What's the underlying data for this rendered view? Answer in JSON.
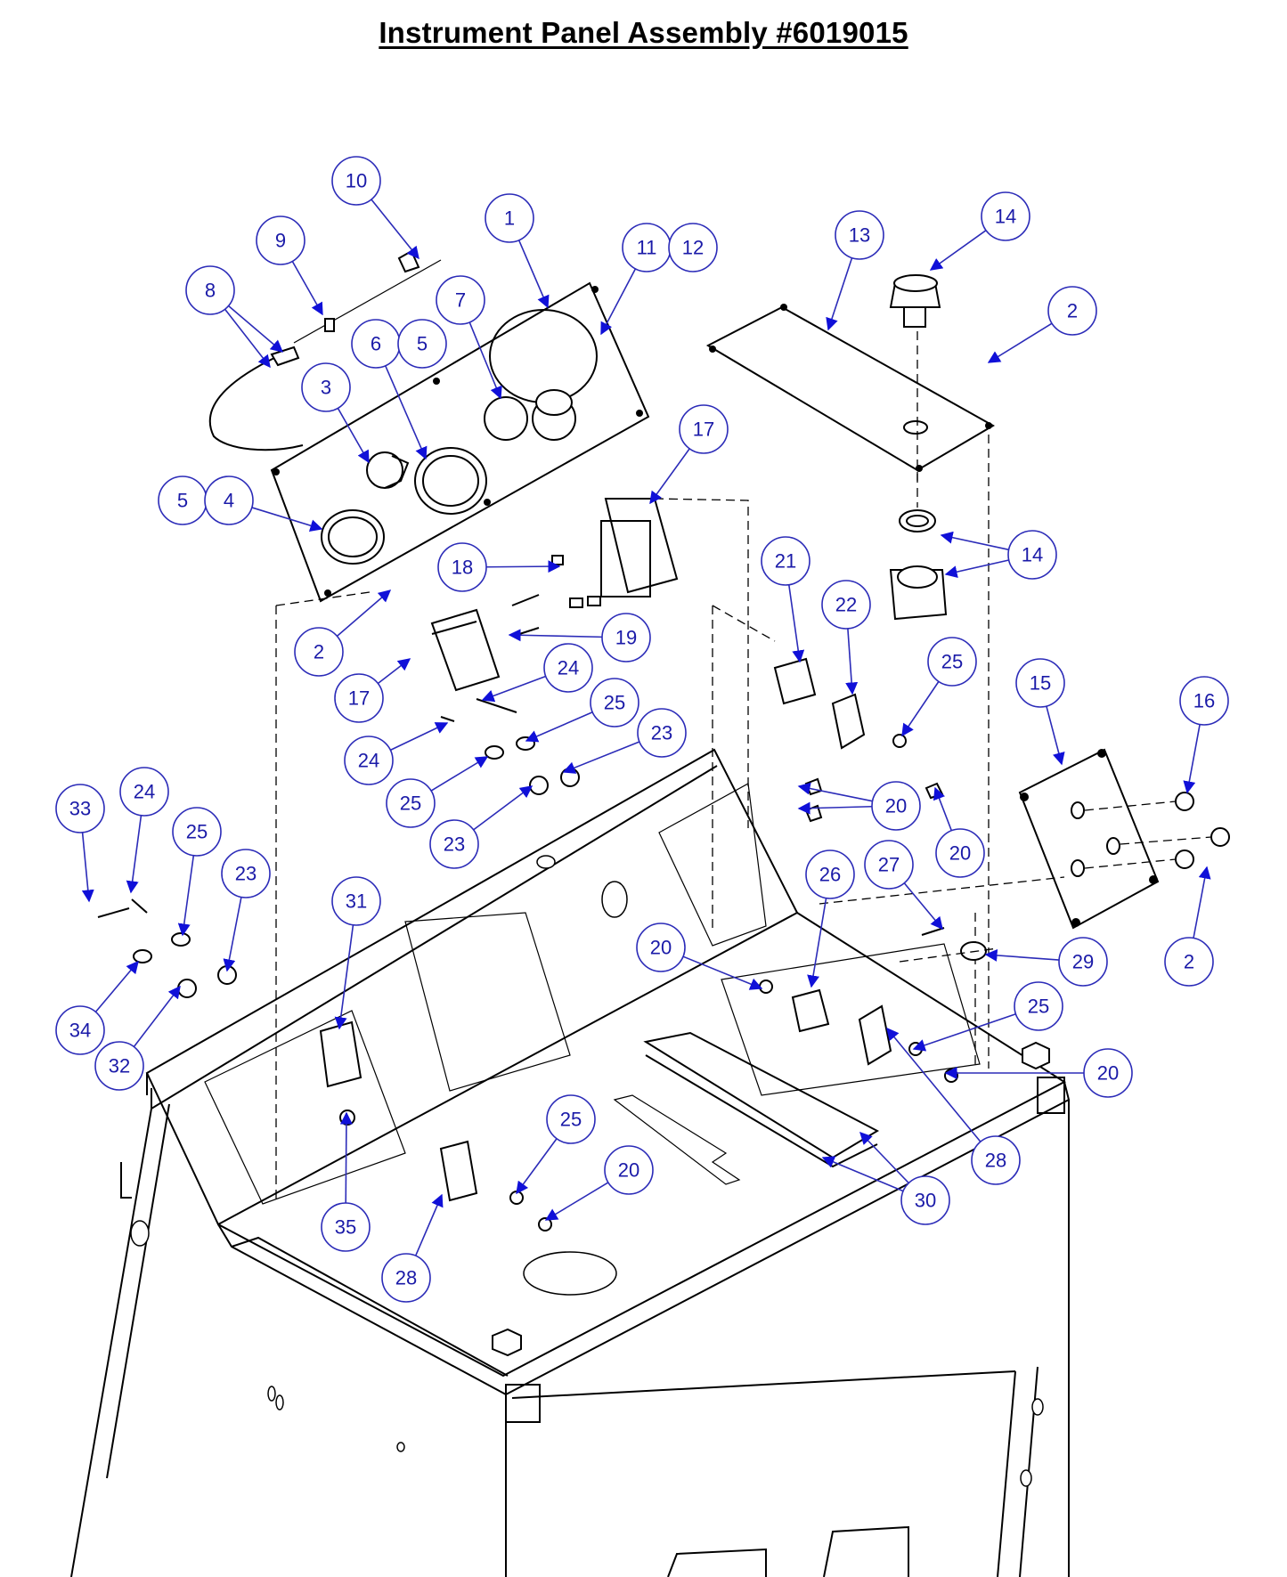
{
  "title": "Instrument Panel Assembly #6019015",
  "callouts": [
    {
      "label": "10"
    },
    {
      "label": "9"
    },
    {
      "label": "8"
    },
    {
      "label": "1"
    },
    {
      "label": "11"
    },
    {
      "label": "12"
    },
    {
      "label": "7"
    },
    {
      "label": "6"
    },
    {
      "label": "5"
    },
    {
      "label": "3"
    },
    {
      "label": "5"
    },
    {
      "label": "4"
    },
    {
      "label": "2"
    },
    {
      "label": "17"
    },
    {
      "label": "18"
    },
    {
      "label": "19"
    },
    {
      "label": "17"
    },
    {
      "label": "13"
    },
    {
      "label": "14"
    },
    {
      "label": "2"
    },
    {
      "label": "14"
    },
    {
      "label": "21"
    },
    {
      "label": "22"
    },
    {
      "label": "25"
    },
    {
      "label": "15"
    },
    {
      "label": "16"
    },
    {
      "label": "24"
    },
    {
      "label": "25"
    },
    {
      "label": "23"
    },
    {
      "label": "24"
    },
    {
      "label": "25"
    },
    {
      "label": "23"
    },
    {
      "label": "20"
    },
    {
      "label": "20"
    },
    {
      "label": "33"
    },
    {
      "label": "24"
    },
    {
      "label": "25"
    },
    {
      "label": "23"
    },
    {
      "label": "31"
    },
    {
      "label": "26"
    },
    {
      "label": "27"
    },
    {
      "label": "20"
    },
    {
      "label": "29"
    },
    {
      "label": "2"
    },
    {
      "label": "34"
    },
    {
      "label": "32"
    },
    {
      "label": "25"
    },
    {
      "label": "20"
    },
    {
      "label": "25"
    },
    {
      "label": "20"
    },
    {
      "label": "28"
    },
    {
      "label": "30"
    },
    {
      "label": "35"
    },
    {
      "label": "28"
    }
  ]
}
